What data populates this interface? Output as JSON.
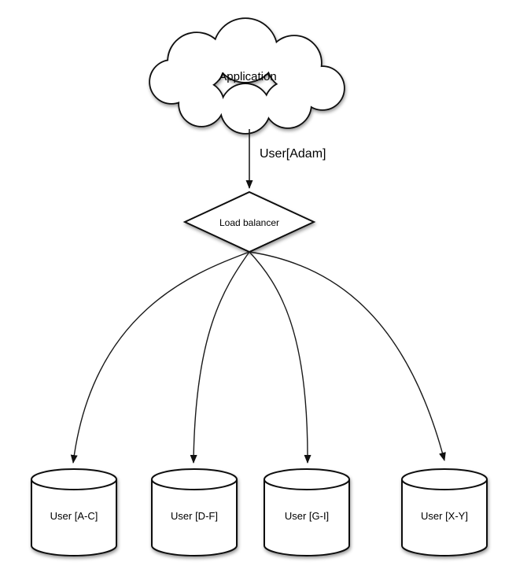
{
  "diagram": {
    "kind": "sharding-architecture",
    "nodes": {
      "application": {
        "label": "Application",
        "shape": "cloud"
      },
      "load_balancer": {
        "label": "Load balancer",
        "shape": "diamond"
      },
      "shards": [
        {
          "label": "User [A-C]",
          "shape": "cylinder"
        },
        {
          "label": "User [D-F]",
          "shape": "cylinder"
        },
        {
          "label": "User [G-I]",
          "shape": "cylinder"
        },
        {
          "label": "User [X-Y]",
          "shape": "cylinder"
        }
      ]
    },
    "edges": {
      "app_to_lb_label": "User[Adam]",
      "lb_to_shards_count": "4"
    },
    "colors": {
      "stroke": "#111111",
      "fill": "#ffffff",
      "text": "#000000",
      "background": "#ffffff"
    }
  }
}
